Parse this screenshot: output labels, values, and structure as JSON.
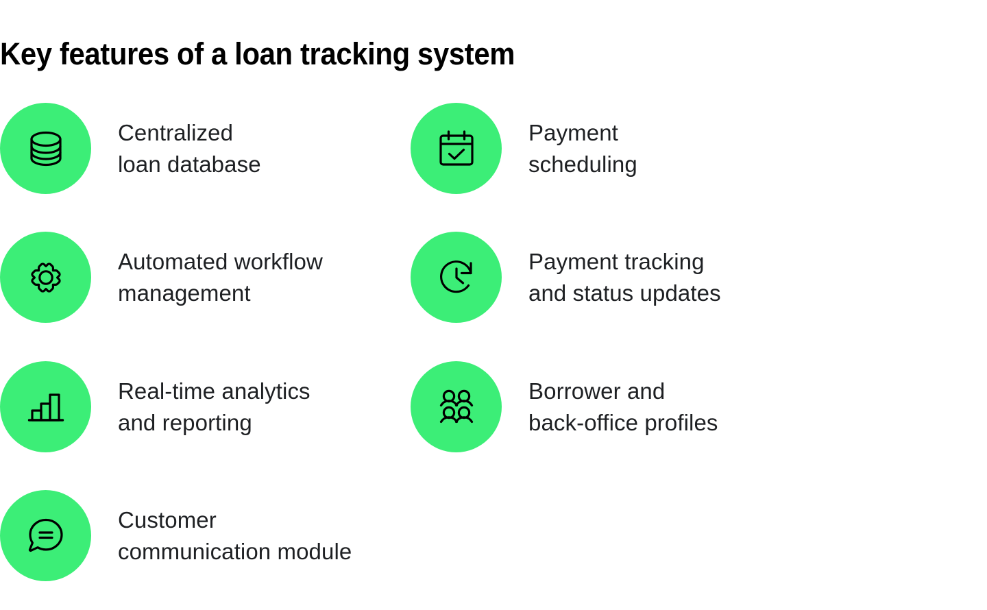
{
  "title": "Key features of a loan tracking system",
  "theme": {
    "badge_color": "#3CEE77",
    "icon_color": "#000000",
    "text_color": "#1e2023",
    "title_color": "#000000",
    "background": "#ffffff"
  },
  "features": [
    {
      "icon": "database-icon",
      "label": "Centralized\nloan database",
      "column": "left",
      "row": 0
    },
    {
      "icon": "calendar-check-icon",
      "label": "Payment\nscheduling",
      "column": "right",
      "row": 0
    },
    {
      "icon": "gear-icon",
      "label": "Automated workflow\nmanagement",
      "column": "left",
      "row": 1
    },
    {
      "icon": "clock-arrow-icon",
      "label": "Payment tracking\nand status updates",
      "column": "right",
      "row": 1
    },
    {
      "icon": "bar-chart-icon",
      "label": "Real-time analytics\nand reporting",
      "column": "left",
      "row": 2
    },
    {
      "icon": "people-group-icon",
      "label": "Borrower and\nback-office profiles",
      "column": "right",
      "row": 2
    },
    {
      "icon": "chat-bubble-icon",
      "label": "Customer\ncommunication module",
      "column": "left",
      "row": 3
    }
  ]
}
